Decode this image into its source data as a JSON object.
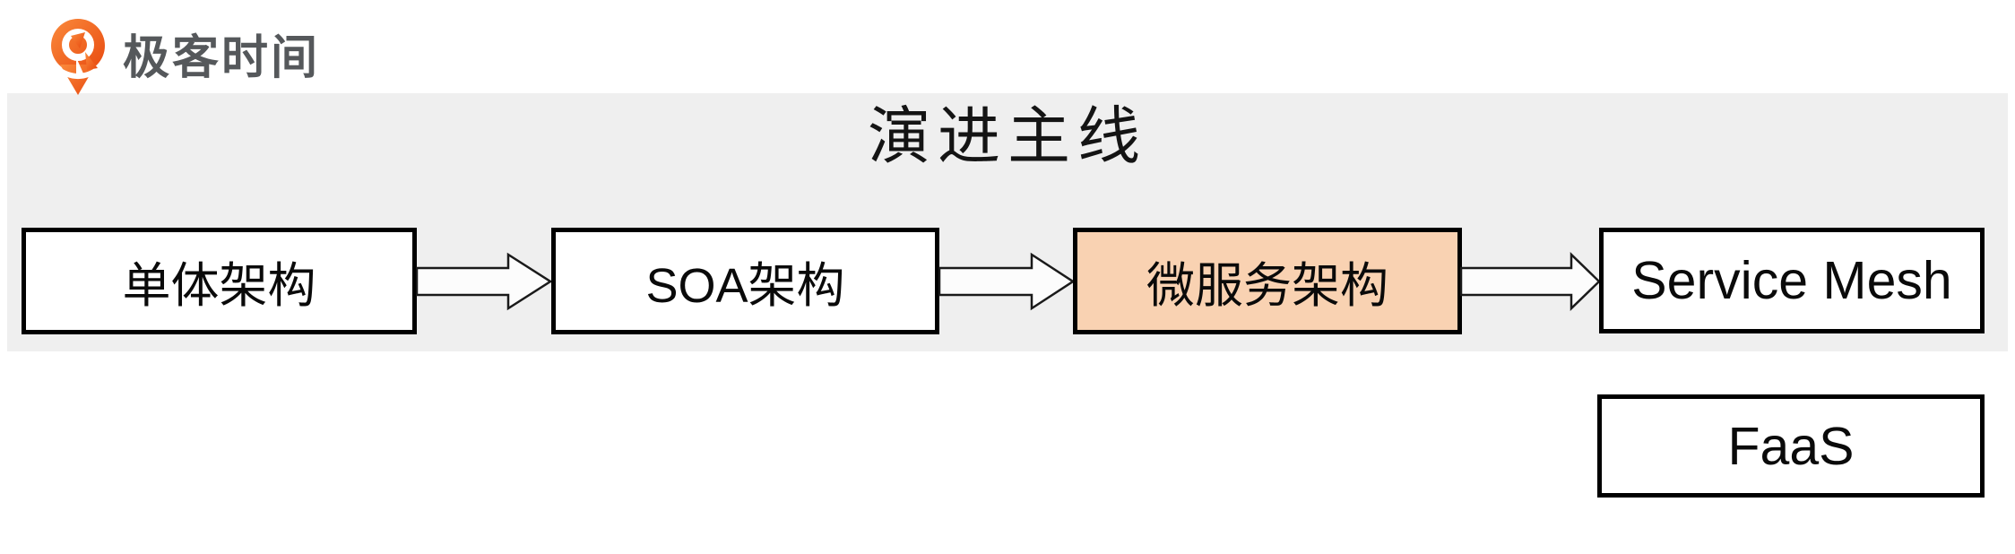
{
  "logo": {
    "brand_text": "极客时间",
    "icon": "geektime-logo-icon",
    "icon_color": "#F26422",
    "icon_color_dark": "#E8490F",
    "text_color": "#55585B"
  },
  "band": {
    "title": "演进主线",
    "background": "#EFEFEF"
  },
  "flow": {
    "boxes": [
      {
        "id": "monolith",
        "label": "单体架构",
        "fill": "#FFFFFF",
        "highlighted": false
      },
      {
        "id": "soa",
        "label": "SOA架构",
        "fill": "#FFFFFF",
        "highlighted": false
      },
      {
        "id": "microservice",
        "label": "微服务架构",
        "fill": "#F9D2B2",
        "highlighted": true
      },
      {
        "id": "service-mesh",
        "label": "Service Mesh",
        "fill": "#FFFFFF",
        "highlighted": false
      }
    ],
    "arrow_count": 3,
    "extra_box": {
      "id": "faas",
      "label": "FaaS",
      "fill": "#FFFFFF"
    }
  },
  "colors": {
    "box_border": "#000000",
    "arrow_outline": "#1A1A1A",
    "arrow_fill": "#FCFCFC",
    "highlight_fill": "#F9D2B2",
    "band_background": "#EFEFEF",
    "page_background": "#FFFFFF"
  }
}
